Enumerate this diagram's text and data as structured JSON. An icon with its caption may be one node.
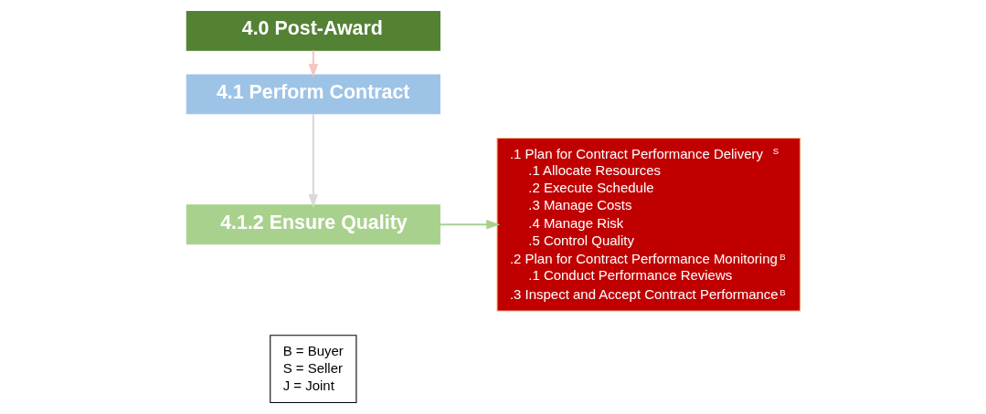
{
  "diagram": {
    "nodes": [
      {
        "text": [
          "4.0 Post-Award"
        ]
      },
      {
        "text": [
          "4.1 Perform Contract"
        ]
      },
      {
        "text": [
          "4.1.2 Ensure Quality"
        ]
      },
      {
        "text": [
          ".1 Plan for Contract Performance Delivery$^{S}$",
          ".1 Allocate Resources",
          ".2 Execute Schedule",
          ".3 Manage Costs",
          ".4 Manage Risk",
          ".5 Control Quality",
          ".2 Plan for Contract Performance Monitoring$^{B}$",
          ".1 Conduct Performance Reviews",
          ".3 Inspect and Accept Contract Performance$^{B}$"
        ]
      },
      {
        "text": [
          "B = Buyer",
          "S = Seller",
          "J = Joint"
        ]
      }
    ],
    "edges": [
      {
        "from": 0,
        "to": 1,
        "arrow": "to",
        "color": "#f4c7c3"
      },
      {
        "from": 1,
        "to": 2,
        "arrow": "to",
        "color": "#d9d9d9"
      },
      {
        "from": 2,
        "to": 3,
        "arrow": "to",
        "color": "#a9d18e"
      }
    ]
  }
}
